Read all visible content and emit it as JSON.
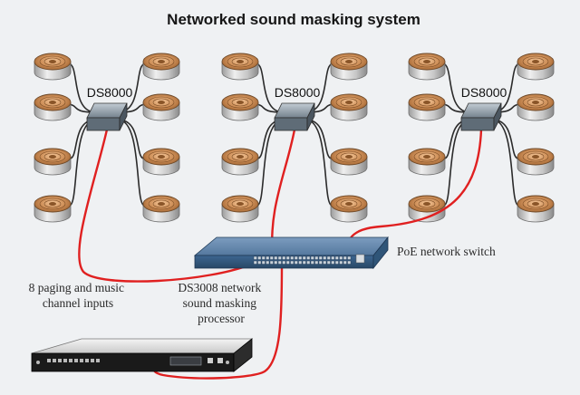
{
  "diagram": {
    "title": "Networked sound masking system",
    "hubs": [
      {
        "label": "DS8000"
      },
      {
        "label": "DS8000"
      },
      {
        "label": "DS8000"
      }
    ],
    "switch": {
      "label": "PoE network switch"
    },
    "inputs": {
      "lines": [
        "8 paging and music",
        "channel inputs"
      ]
    },
    "processor": {
      "lines": [
        "DS3008 network",
        "sound masking",
        "processor"
      ]
    }
  },
  "colors": {
    "background": "#eff1f3",
    "poe_cable": "#e02020",
    "speaker_cable": "#2b2b2b",
    "speaker_copper": "#c98b55",
    "switch_body": "#3f6a96",
    "hub_body": "#8a98a4"
  }
}
